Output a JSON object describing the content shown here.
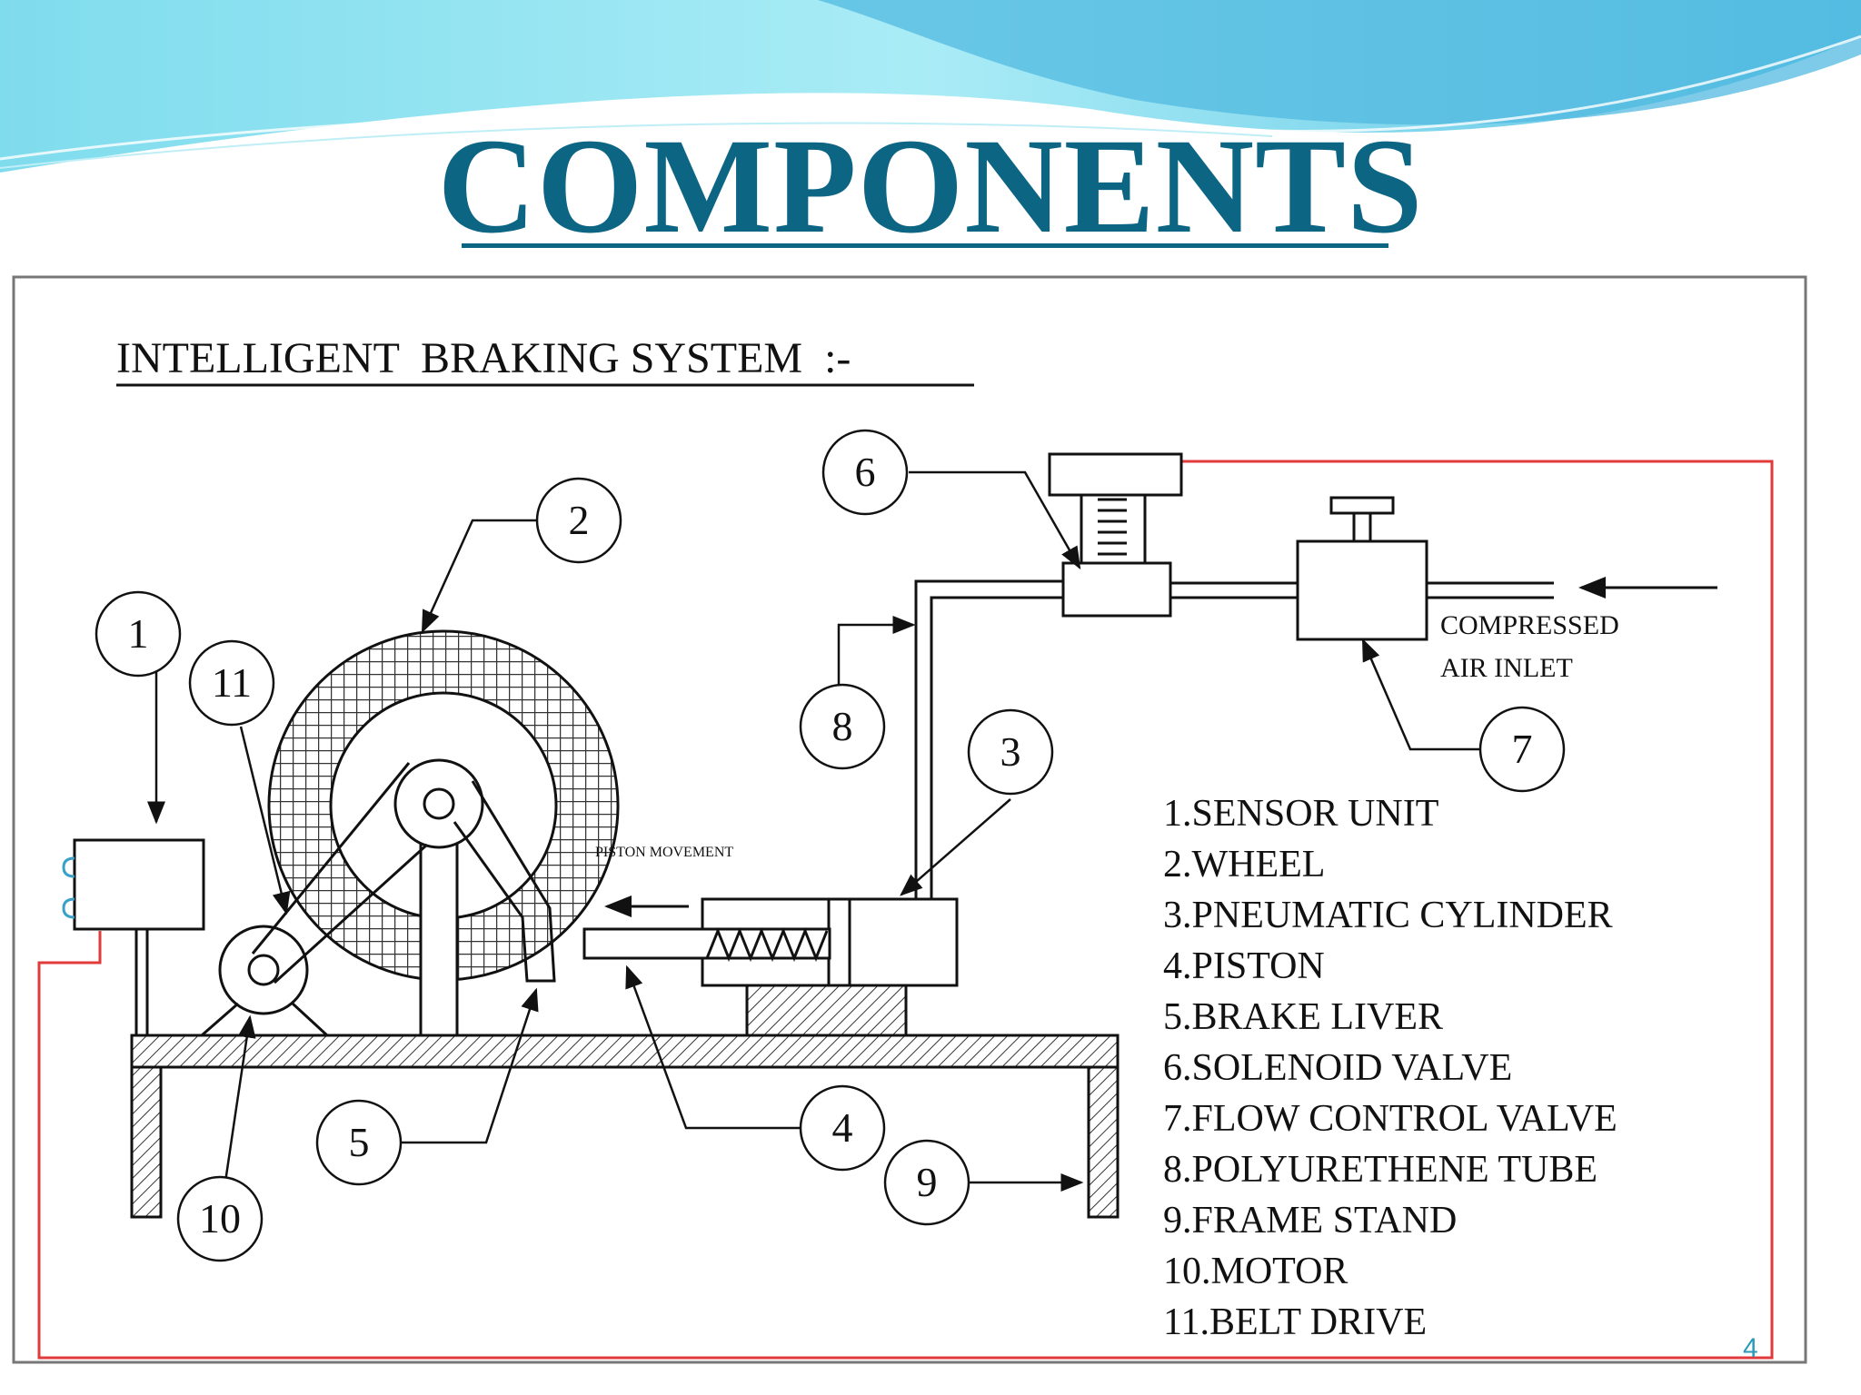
{
  "slide": {
    "title": "COMPONENTS",
    "page_number": "4"
  },
  "diagram": {
    "heading": "INTELLIGENT  BRAKING SYSTEM  :-",
    "callouts": [
      "1",
      "2",
      "3",
      "4",
      "5",
      "6",
      "7",
      "8",
      "9",
      "10",
      "11"
    ],
    "annotations": {
      "piston_movement": "PISTON MOVEMENT",
      "compressed_line1": "COMPRESSED",
      "compressed_line2": "AIR INLET"
    },
    "legend": [
      "1.SENSOR UNIT",
      "2.WHEEL",
      "3.PNEUMATIC CYLINDER",
      "4.PISTON",
      "5.BRAKE LIVER",
      "6.SOLENOID VALVE",
      "7.FLOW CONTROL VALVE",
      "8.POLYURETHENE TUBE",
      "9.FRAME STAND",
      "10.MOTOR",
      "11.BELT DRIVE"
    ]
  },
  "colors": {
    "title": "#0d6584",
    "wire": "#e03a3a",
    "wave_light": "#8fe3f2",
    "wave_dark": "#4cb8dc"
  }
}
